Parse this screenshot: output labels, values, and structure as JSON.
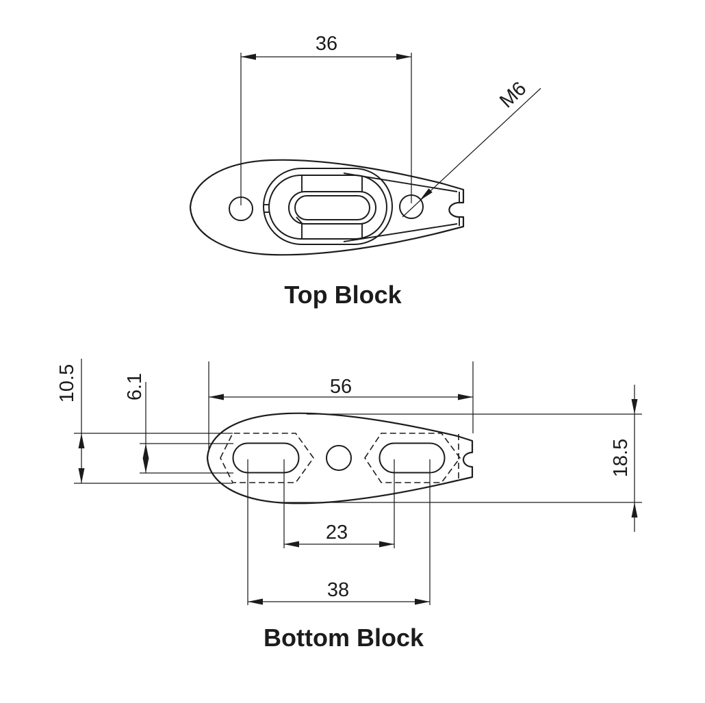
{
  "drawing": {
    "title_top": "Top Block",
    "title_bottom": "Bottom Block",
    "dims": {
      "hole_spacing_top": "36",
      "thread_callout": "M6",
      "pocket_width": "10.5",
      "slot_width": "6.1",
      "overall_length": "56",
      "overall_width": "18.5",
      "slot_inner_span": "23",
      "slot_outer_span": "38"
    },
    "colors": {
      "ink": "#1c1c1c",
      "background": "#ffffff"
    }
  }
}
